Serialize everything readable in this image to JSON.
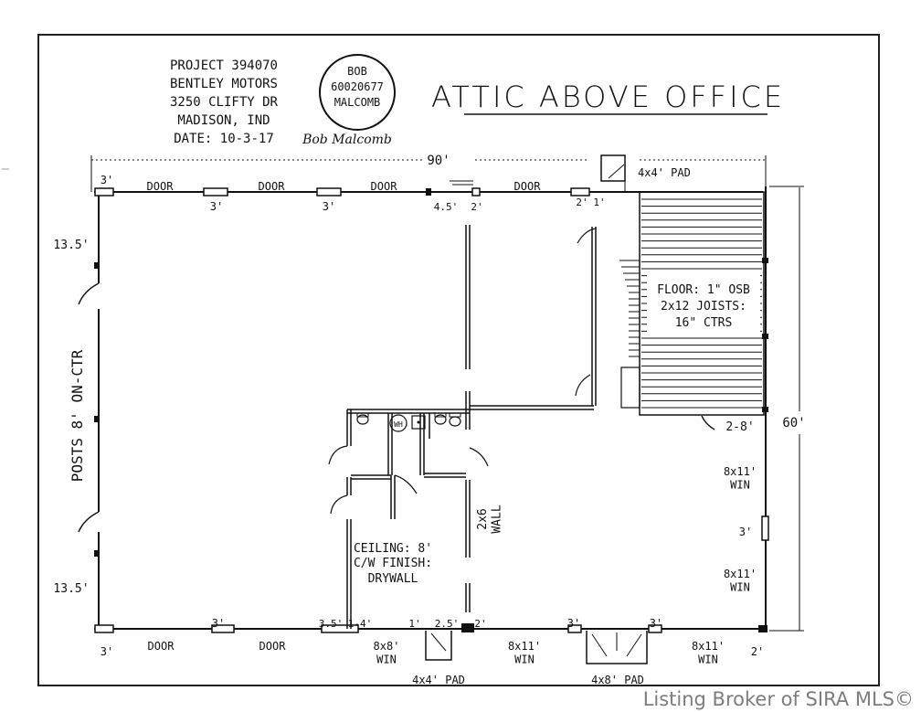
{
  "title": "ATTIC ABOVE OFFICE",
  "project": {
    "lines": [
      "PROJECT 394070",
      "BENTLEY MOTORS",
      "3250 CLIFTY DR",
      "MADISON, IND",
      "DATE: 10-3-17"
    ]
  },
  "stamp": {
    "lines": [
      "BOB",
      "60020677",
      "MALCOMB"
    ],
    "signature": "Bob Malcomb"
  },
  "dimensions": {
    "overall_width": "90'",
    "overall_depth": "60'",
    "left_top": "13.5'",
    "left_bottom": "13.5'",
    "corner_tl": "3'",
    "corner_bl": "3'",
    "corner_br": "2'"
  },
  "top_wall": {
    "door_labels": [
      "DOOR",
      "DOOR",
      "DOOR",
      "DOOR"
    ],
    "window_labels": [
      "3'",
      "3'"
    ],
    "small_labels": [
      "4.5'",
      "2'",
      "2'",
      "1'"
    ]
  },
  "bottom_wall": {
    "door_labels": [
      "DOOR",
      "DOOR"
    ],
    "labels": [
      "3'",
      "3.5'",
      "1-4'",
      "1'",
      "2.5'",
      "2'",
      "3'",
      "3'"
    ],
    "windows": [
      "8x8'\nWIN",
      "8x11'\nWIN",
      "8x11'\nWIN"
    ]
  },
  "right_wall": {
    "windows": [
      "8x11'\nWIN",
      "8x11'\nWIN"
    ],
    "gap_label": "3'"
  },
  "left_wall_note": "POSTS 8' ON-CTR",
  "pads": {
    "top": "4x4' PAD",
    "bottom_left": "4x4' PAD",
    "bottom_right": "4x8' PAD"
  },
  "attic_note": [
    "FLOOR: 1\" OSB",
    "2x12 JOISTS:",
    "16\" CTRS"
  ],
  "attic_door": "2-8'",
  "wall_note": "2x6\nWALL",
  "ceiling_note": [
    "CEILING: 8'",
    "C/W FINISH:",
    "DRYWALL"
  ],
  "wh_label": "WH",
  "watermark": "Listing Broker of SIRA MLS©"
}
